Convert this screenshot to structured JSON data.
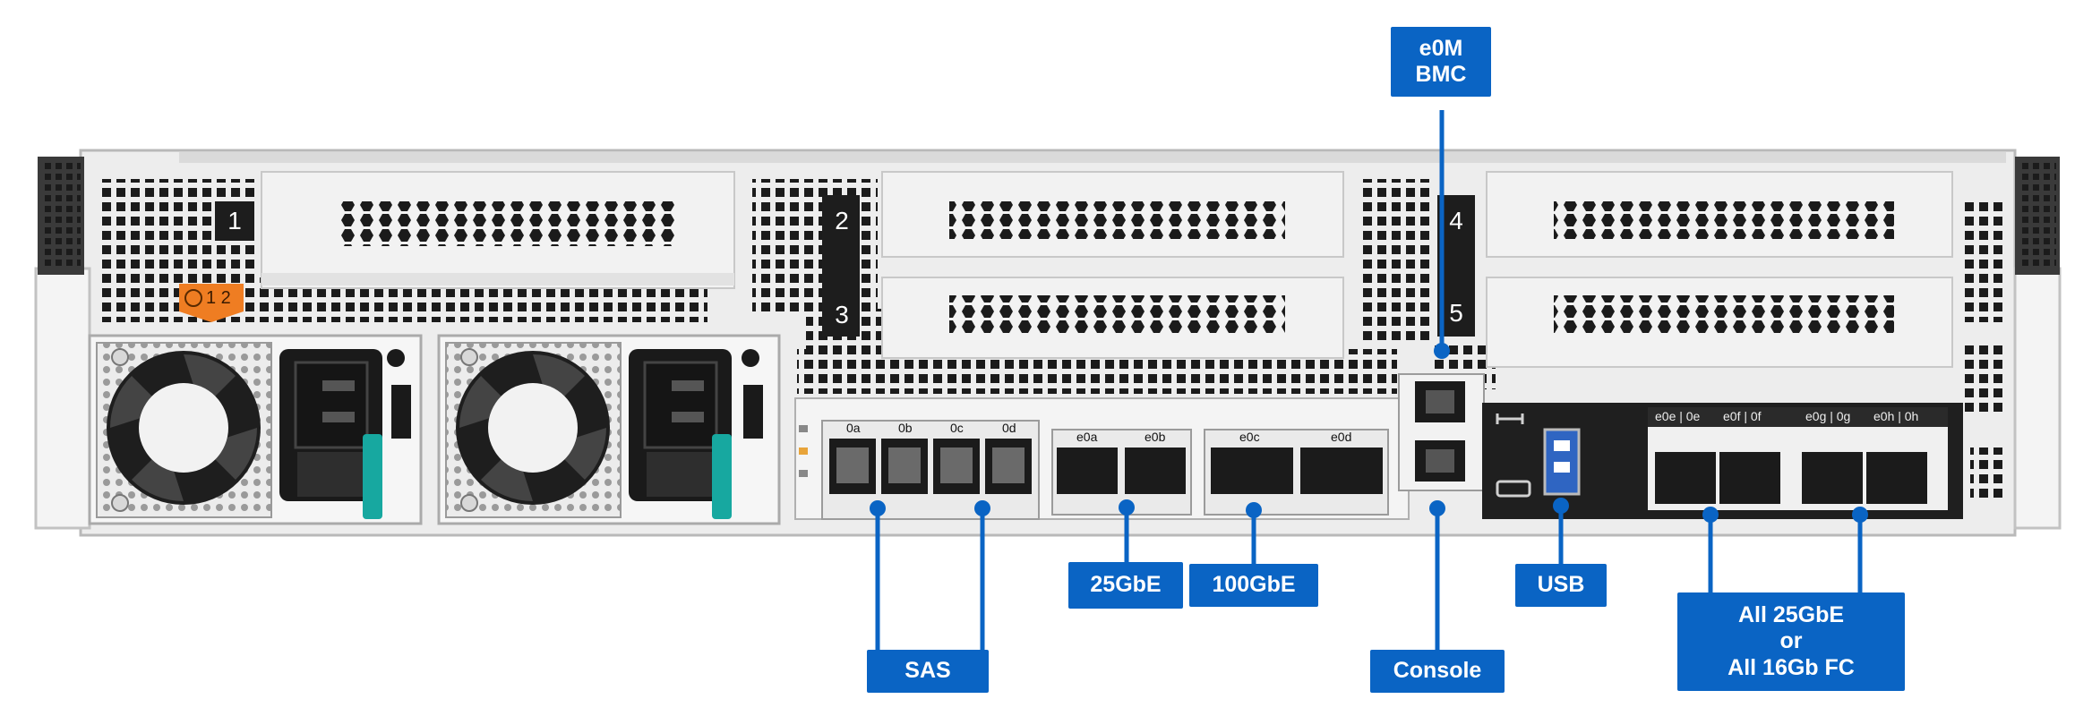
{
  "colors": {
    "callout": "#0a64c4",
    "chassis": "#e6e6e6",
    "vent": "#1b1b1b",
    "warning": "#ef7d22",
    "handle": "#17a8a0"
  },
  "slots": [
    "1",
    "2",
    "3",
    "4",
    "5"
  ],
  "warning_badge": {
    "icon": "warning-triangle-icon",
    "text": "1 2"
  },
  "port_labels": {
    "sas": [
      "0a",
      "0b",
      "0c",
      "0d"
    ],
    "e25": [
      "e0a",
      "e0b"
    ],
    "e100": [
      "e0c",
      "e0d"
    ],
    "quad": [
      "e0e | 0e",
      "e0f | 0f",
      "e0g | 0g",
      "e0h | 0h"
    ]
  },
  "callouts": {
    "e0m_bmc": [
      "e0M",
      "BMC"
    ],
    "sas": "SAS",
    "gbe25": "25GbE",
    "gbe100": "100GbE",
    "console": "Console",
    "usb": "USB",
    "all": [
      "All 25GbE",
      "or",
      "All 16Gb FC"
    ]
  }
}
